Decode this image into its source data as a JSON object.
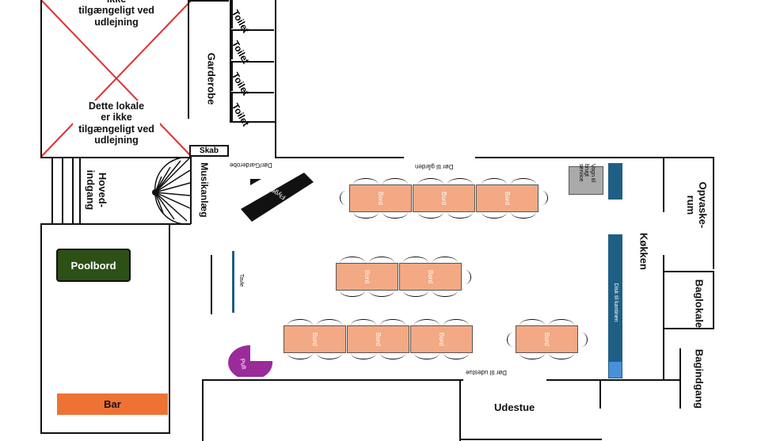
{
  "rooms": {
    "closed_top_text": "ikke\ntilgængeligt ved\nudlejning",
    "closed_text": "Dette lokale\ner ikke\ntilgængeligt ved\nudlejning",
    "garderobe": "Garderobe",
    "toilets": [
      "Toilet",
      "Toilet",
      "Toilet",
      "Toilet"
    ],
    "skab": "Skab",
    "hovedindgang": "Hoved-\nindgang",
    "musikanlaeg": "Musikanlæg",
    "poolbord": "Poolbord",
    "bar": "Bar",
    "opvaskerum": "Opvaske-\nrum",
    "koekken": "Køkken",
    "baglokale": "Baglokale",
    "bagindgang": "Bagindgang",
    "udestue": "Udestue"
  },
  "labels": {
    "door_garderobe": "Dør/Garderobe",
    "door_garden": "Dør til gården",
    "door_udestue": "Dør til udestue",
    "flygel": "Flygel",
    "tavle": "Tavle",
    "pult": "Pult",
    "disk": "Disk til kantinen",
    "vogn": "Vogn til\nbrugt\nservice"
  },
  "tables": {
    "label": "Bord"
  },
  "colors": {
    "table": "#f2a984",
    "poolbord": "#2d5016",
    "bar": "#ee7234",
    "disk": "#1f5f86",
    "pult": "#9b2a9b",
    "cross": "#e03030"
  }
}
